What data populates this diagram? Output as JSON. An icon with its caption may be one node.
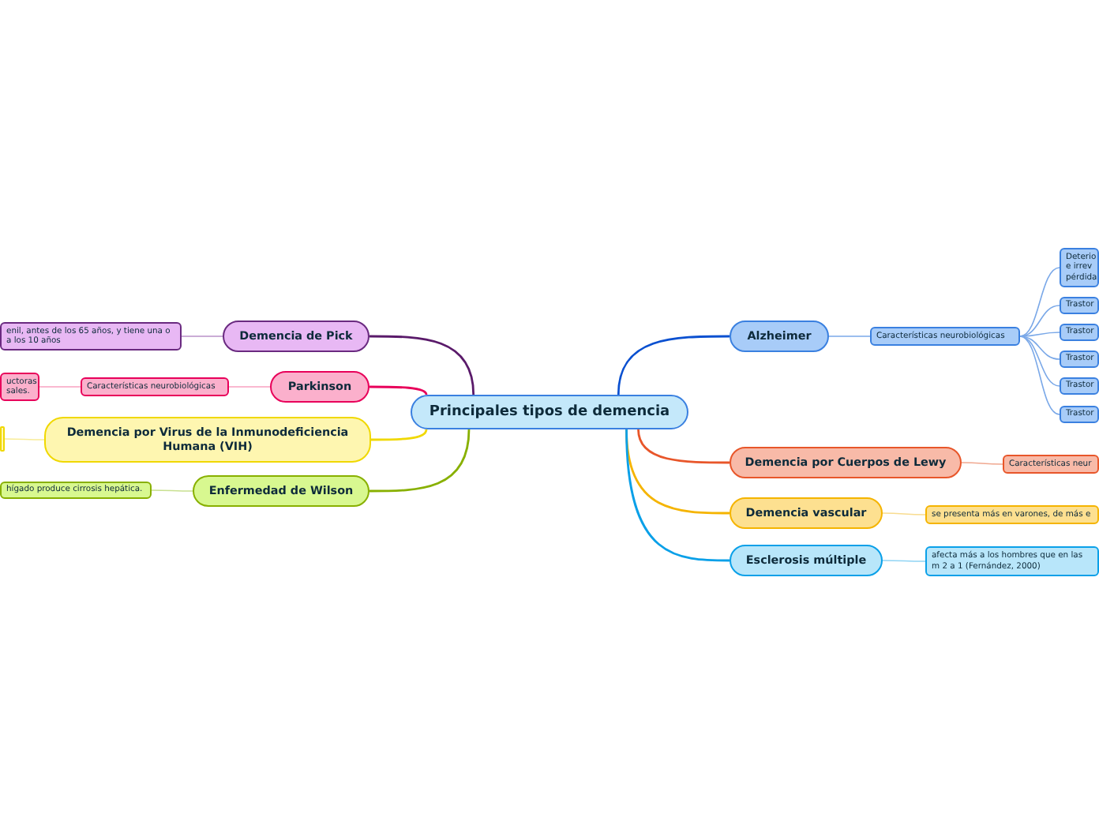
{
  "diagram": {
    "nodes": [
      {
        "text": [
          "Principales tipos de demencia"
        ]
      },
      {
        "text": [
          "Alzheimer"
        ]
      },
      {
        "text": [
          "Características neurobiológicas"
        ]
      },
      {
        "text": [
          "Deterio e irrev pérdida"
        ]
      },
      {
        "text": [
          "Trastor"
        ]
      },
      {
        "text": [
          "Trastor"
        ]
      },
      {
        "text": [
          "Trastor"
        ]
      },
      {
        "text": [
          "Trastor"
        ]
      },
      {
        "text": [
          "Trastor"
        ]
      },
      {
        "text": [
          "Demencia por Cuerpos de Lewy"
        ]
      },
      {
        "text": [
          "Características neur"
        ]
      },
      {
        "text": [
          "Demencia vascular"
        ]
      },
      {
        "text": [
          "se presenta más en varones, de más e"
        ]
      },
      {
        "text": [
          "Esclerosis múltiple"
        ]
      },
      {
        "text": [
          "afecta más a los hombres que en las m 2 a 1 (Fernández, 2000)"
        ]
      },
      {
        "text": [
          "Demencia de Pick"
        ]
      },
      {
        "text": [
          "enil, antes de los 65 años, y tiene una o a los 10 años"
        ]
      },
      {
        "text": [
          "Parkinson"
        ]
      },
      {
        "text": [
          "Características neurobiológicas"
        ]
      },
      {
        "text": [
          "uctoras sales."
        ]
      },
      {
        "text": [
          "Demencia por Virus de la Inmunodeficiencia Humana (VIH)"
        ]
      },
      {
        "text": [],
        "shape": "box"
      },
      {
        "text": [
          "Enfermedad de Wilson"
        ]
      },
      {
        "text": [
          "hígado produce cirrosis hepática."
        ]
      }
    ],
    "edges": [
      {
        "from": 0,
        "to": 1,
        "arrow": "none",
        "color": "#0a50d0"
      },
      {
        "from": 1,
        "to": 2,
        "arrow": "none",
        "color": "#7aa8e8"
      },
      {
        "from": 2,
        "to": 3,
        "arrow": "none",
        "color": "#7aa8e8"
      },
      {
        "from": 2,
        "to": 4,
        "arrow": "none",
        "color": "#7aa8e8"
      },
      {
        "from": 2,
        "to": 5,
        "arrow": "none",
        "color": "#7aa8e8"
      },
      {
        "from": 2,
        "to": 6,
        "arrow": "none",
        "color": "#7aa8e8"
      },
      {
        "from": 2,
        "to": 7,
        "arrow": "none",
        "color": "#7aa8e8"
      },
      {
        "from": 2,
        "to": 8,
        "arrow": "none",
        "color": "#7aa8e8"
      },
      {
        "from": 0,
        "to": 9,
        "arrow": "none",
        "color": "#e8562a"
      },
      {
        "from": 9,
        "to": 10,
        "arrow": "none",
        "color": "#f0a890"
      },
      {
        "from": 0,
        "to": 11,
        "arrow": "none",
        "color": "#f5b400"
      },
      {
        "from": 11,
        "to": 12,
        "arrow": "none",
        "color": "#f8dc90"
      },
      {
        "from": 0,
        "to": 13,
        "arrow": "none",
        "color": "#0aa0e8"
      },
      {
        "from": 13,
        "to": 14,
        "arrow": "none",
        "color": "#90d4f4"
      },
      {
        "from": 0,
        "to": 15,
        "arrow": "none",
        "color": "#5a1a6a"
      },
      {
        "from": 15,
        "to": 16,
        "arrow": "none",
        "color": "#b890c8"
      },
      {
        "from": 0,
        "to": 17,
        "arrow": "none",
        "color": "#e8005a"
      },
      {
        "from": 17,
        "to": 18,
        "arrow": "none",
        "color": "#f8a0c0"
      },
      {
        "from": 18,
        "to": 19,
        "arrow": "none",
        "color": "#f8a0c0"
      },
      {
        "from": 0,
        "to": 20,
        "arrow": "none",
        "color": "#f0d800"
      },
      {
        "from": 20,
        "to": 21,
        "arrow": "none",
        "color": "#f8ec98"
      },
      {
        "from": 0,
        "to": 22,
        "arrow": "none",
        "color": "#88b000"
      },
      {
        "from": 22,
        "to": 23,
        "arrow": "none",
        "color": "#c8e090"
      }
    ]
  }
}
